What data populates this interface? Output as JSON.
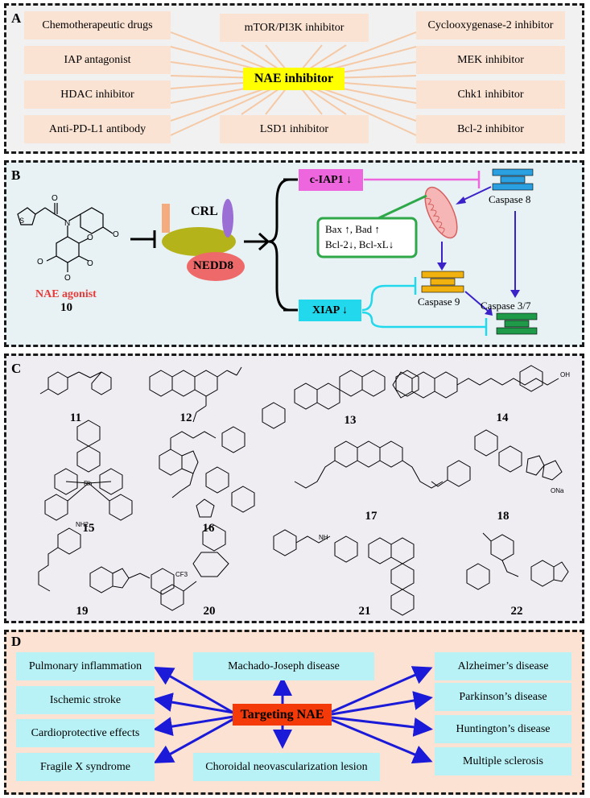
{
  "panel_a": {
    "letter": "A",
    "center": "NAE inhibitor",
    "items": [
      "Chemotherapeutic drugs",
      "IAP antagonist",
      "HDAC inhibitor",
      "Anti-PD-L1 antibody",
      "mTOR/PI3K inhibitor",
      "LSD1 inhibitor",
      "Cyclooxygenase-2 inhibitor",
      "MEK inhibitor",
      "Chk1 inhibitor",
      "Bcl-2 inhibitor"
    ]
  },
  "panel_b": {
    "letter": "B",
    "compound_name": "NAE agonist",
    "compound_number": "10",
    "crl": "CRL",
    "nedd8": "NEDD8",
    "ciap1": "c-IAP1 ↓",
    "xiap": "XIAP ↓",
    "bax_line1": "Bax ↑,  Bad ↑",
    "bax_line2": "Bcl-2↓, Bcl-xL↓",
    "caspase8": "Caspase 8",
    "caspase9": "Caspase 9",
    "caspase37": "Caspase 3/7",
    "colors": {
      "ciap1": "#ee66dd",
      "xiap": "#22d8ec",
      "bcl": "#2fa84a",
      "arrow": "#3a22c8"
    }
  },
  "panel_c": {
    "letter": "C",
    "compounds": [
      "11",
      "12",
      "13",
      "14",
      "15",
      "16",
      "17",
      "18",
      "19",
      "20",
      "21",
      "22"
    ],
    "atom_labels": {
      "rh": "Rh",
      "cf3": "CF3",
      "nh2": "NH2",
      "na": "ONa",
      "oh": "OH",
      "nh": "NH"
    }
  },
  "panel_d": {
    "letter": "D",
    "center": "Targeting NAE",
    "items": [
      "Pulmonary inflammation",
      "Ischemic stroke",
      "Cardioprotective effects",
      "Fragile X syndrome",
      "Machado-Joseph disease",
      "Choroidal neovascularization lesion",
      "Alzheimer’s disease",
      "Parkinson’s disease",
      "Huntington’s disease",
      "Multiple sclerosis"
    ]
  }
}
